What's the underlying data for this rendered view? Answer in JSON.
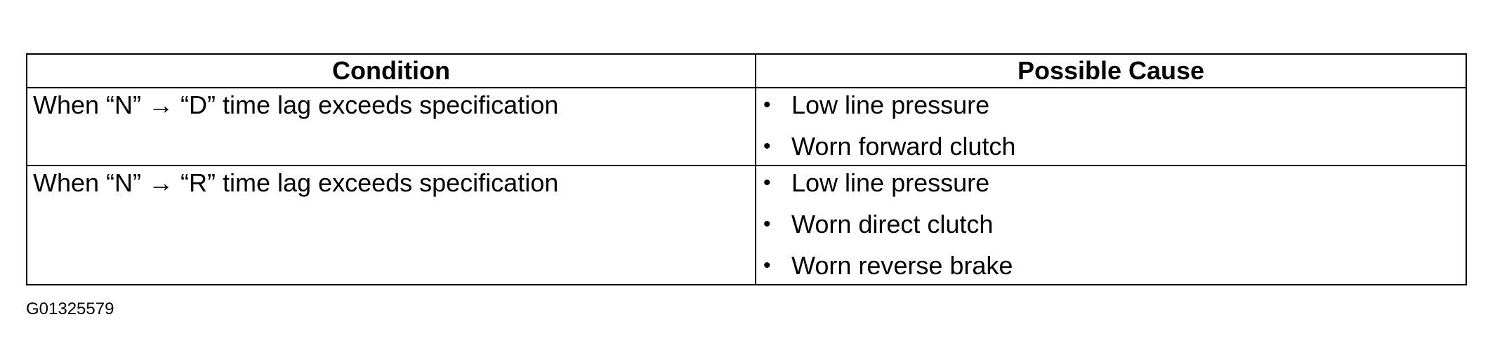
{
  "table": {
    "headers": {
      "condition": "Condition",
      "cause": "Possible Cause"
    },
    "rows": [
      {
        "condition": "When “N” → “D” time lag exceeds specification",
        "causes": [
          "Low line pressure",
          "Worn forward clutch"
        ]
      },
      {
        "condition": "When “N” → “R” time lag exceeds specification",
        "causes": [
          "Low line pressure",
          "Worn direct clutch",
          "Worn reverse brake"
        ]
      }
    ]
  },
  "figure_id": "G01325579"
}
